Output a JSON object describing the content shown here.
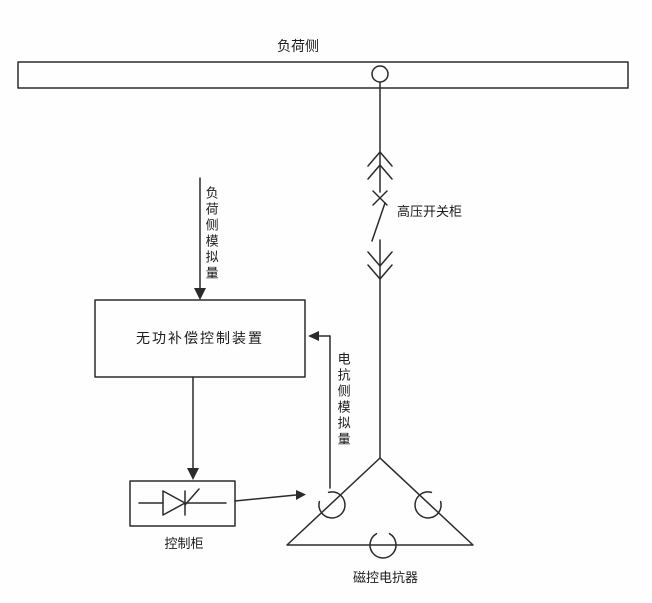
{
  "diagram": {
    "bus": {
      "label": "负荷侧"
    },
    "switchgear": {
      "label": "高压开关柜"
    },
    "reactor": {
      "label": "磁控电抗器"
    },
    "controller": {
      "label": "无功补偿控制装置"
    },
    "cabinet": {
      "label": "控制柜"
    },
    "signals": {
      "load_side": "负荷侧模拟量",
      "reactor_side": "电抗侧模拟量"
    },
    "colors": {
      "line": "#2b2b2b",
      "background": "#fefefe"
    }
  }
}
